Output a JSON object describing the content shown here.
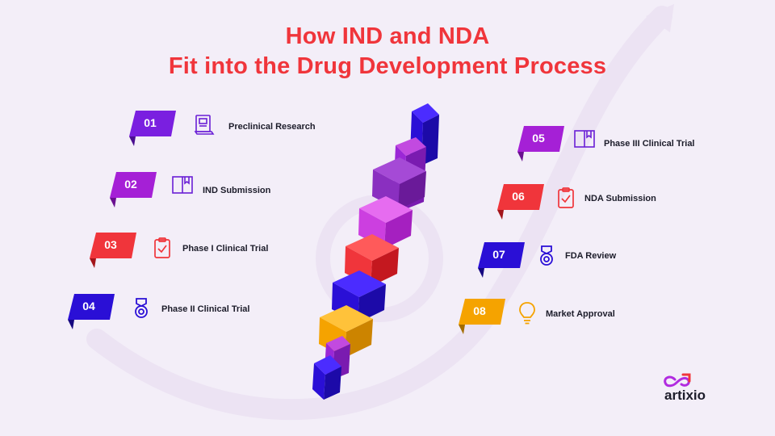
{
  "title": {
    "line1": "How IND and NDA",
    "line2": "Fit into the Drug Development Process"
  },
  "colors": {
    "title": "#f0353b",
    "purple_dark": "#6a1fd6",
    "purple": "#9b27d6",
    "red": "#f0353b",
    "blue": "#2a0fd6",
    "orange": "#f5a300"
  },
  "steps": [
    {
      "num": "01",
      "label": "Preclinical Research",
      "icon": "document-icon",
      "color": "#7a1fe0"
    },
    {
      "num": "02",
      "label": "IND Submission",
      "icon": "book-icon",
      "color": "#a520d6"
    },
    {
      "num": "03",
      "label": "Phase I Clinical Trial",
      "icon": "clipboard-check-icon",
      "color": "#f0353b"
    },
    {
      "num": "04",
      "label": "Phase II Clinical Trial",
      "icon": "medal-icon",
      "color": "#2a0fd6"
    },
    {
      "num": "05",
      "label": "Phase III Clinical Trial",
      "icon": "book-icon",
      "color": "#a520d6"
    },
    {
      "num": "06",
      "label": "NDA Submission",
      "icon": "clipboard-check-icon",
      "color": "#f0353b"
    },
    {
      "num": "07",
      "label": "FDA Review",
      "icon": "medal-icon",
      "color": "#2a0fd6"
    },
    {
      "num": "08",
      "label": "Market Approval",
      "icon": "lightbulb-icon",
      "color": "#f5a300"
    }
  ],
  "logo": {
    "text": "artixio"
  }
}
